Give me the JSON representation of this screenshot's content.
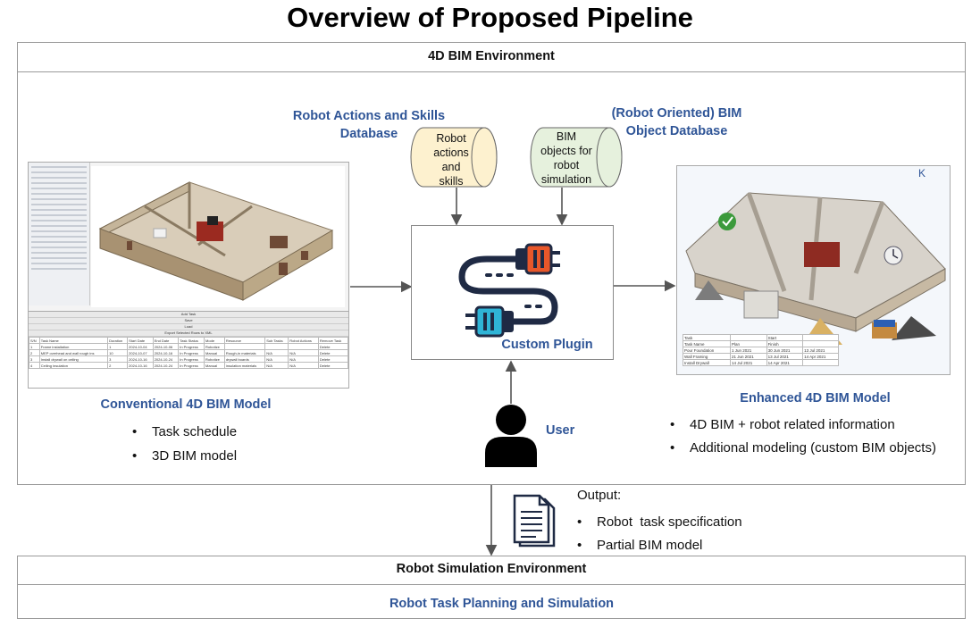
{
  "title": "Overview of Proposed Pipeline",
  "env4d": {
    "label": "4D BIM Environment"
  },
  "robot_db": {
    "heading": "Robot Actions and Skills Database",
    "line1": "Robot Actions and Skills",
    "line2": "Database",
    "cyl": [
      "Robot",
      "actions",
      "and",
      "skills"
    ],
    "fill": "#fdf1cf"
  },
  "bim_db": {
    "line1": "(Robot Oriented) BIM",
    "line2": "Object Database",
    "cyl": [
      "BIM",
      "objects for",
      "robot",
      "simulation"
    ],
    "fill": "#e6f1dd"
  },
  "plugin": {
    "label": "Custom Plugin"
  },
  "conventional": {
    "heading": "Conventional 4D BIM Model",
    "bullets": [
      "Task schedule",
      "3D BIM model"
    ]
  },
  "enhanced": {
    "heading": "Enhanced 4D BIM Model",
    "bullets": [
      "4D BIM + robot related information",
      "Additional modeling (custom BIM objects)"
    ]
  },
  "user": {
    "label": "User"
  },
  "output": {
    "heading": "Output:",
    "bullets": [
      "Robot  task specification",
      "Partial BIM model"
    ]
  },
  "sim_env": {
    "label": "Robot Simulation Environment",
    "sub": "Robot Task Planning and Simulation"
  },
  "colors": {
    "accent_blue": "#2f5597",
    "plug_orange": "#e8572a",
    "plug_cyan": "#2fb4d6",
    "plug_dark": "#1f2a44"
  },
  "screenshot_left": {
    "buttons": [
      "Add Task",
      "Save",
      "Load",
      "Export Selected Rows to XML"
    ],
    "columns": [
      "S/N",
      "Task Name",
      "Duration",
      "Start Date",
      "End Date",
      "Task Status",
      "Mode",
      "Resource",
      "Sub Tasks",
      "Robot Actions",
      "Remove Task"
    ],
    "rows": [
      [
        "1",
        "Frame installation",
        "1",
        "2024-10-04",
        "2024-10-06",
        "In Progress",
        "Robotize",
        "",
        "",
        "",
        "Delete"
      ],
      [
        "2",
        "MEP overhead and wall rough ins",
        "10",
        "2024-10-07",
        "2024-10-16",
        "In Progress",
        "Manual",
        "Rough-in materials",
        "N/A",
        "N/A",
        "Delete"
      ],
      [
        "3",
        "Install drywall on ceiling",
        "3",
        "2024-10-16",
        "2024-10-24",
        "In Progress",
        "Robotize",
        "drywall boards",
        "N/A",
        "N/A",
        "Delete"
      ],
      [
        "4",
        "Ceiling insulation",
        "2",
        "2024-10-16",
        "2024-10-24",
        "In Progress",
        "Manual",
        "insulation materials",
        "N/A",
        "N/A",
        "Delete"
      ]
    ]
  },
  "screenshot_right": {
    "columns": [
      "Task",
      "Start"
    ],
    "sub_columns": [
      "Task Name",
      "Plan",
      "Finish"
    ],
    "rows": [
      [
        "Pour Foundation",
        "1 Jun 2021",
        "30 Jun 2021",
        "13 Jul 2021"
      ],
      [
        "Wall Framing",
        "21 Jun 2021",
        "13 Jul 2021",
        "14 Apr 2021"
      ],
      [
        "Install Drywall",
        "14 Jul 2021",
        "14 Apr 2021",
        ""
      ]
    ]
  }
}
